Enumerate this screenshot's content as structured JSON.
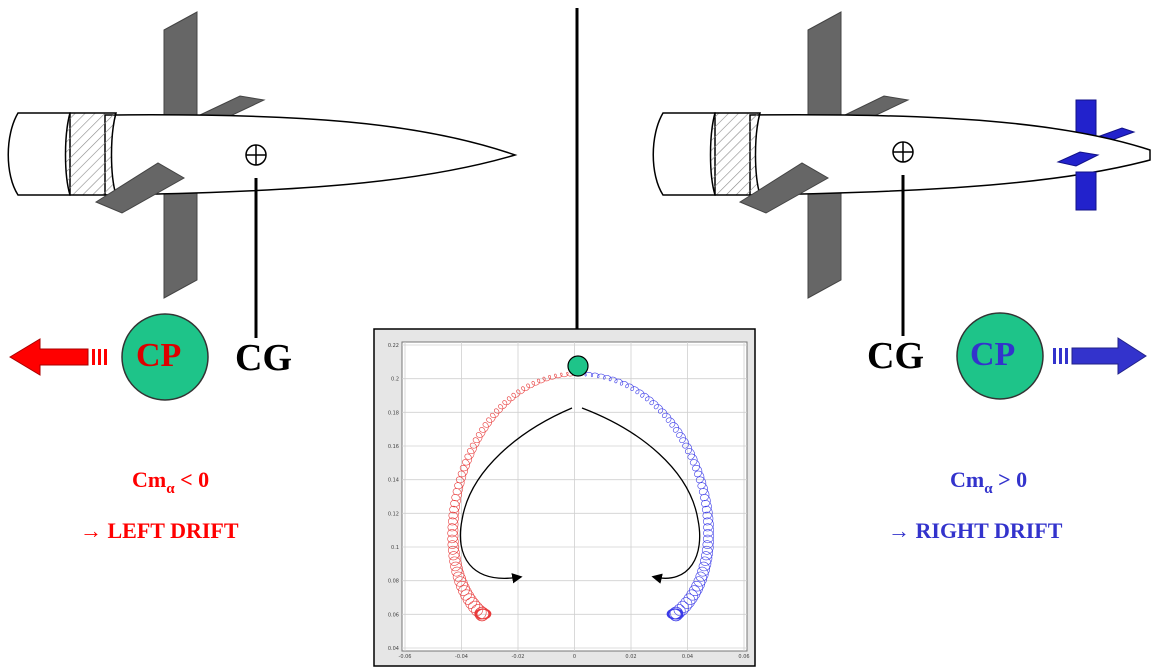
{
  "left_panel": {
    "cp_label": "CP",
    "cg_label": "CG",
    "coefficient_symbol": "Cm",
    "coefficient_subscript": "α",
    "coefficient_relation": "< 0",
    "drift_arrow": "→",
    "drift_label": "LEFT DRIFT",
    "color": "#ff0000"
  },
  "right_panel": {
    "cp_label": "CP",
    "cg_label": "CG",
    "coefficient_symbol": "Cm",
    "coefficient_subscript": "α",
    "coefficient_relation": "> 0",
    "drift_arrow": "→",
    "drift_label": "RIGHT DRIFT",
    "color": "#3333cc"
  },
  "colors": {
    "cp_circle": "#1ec489",
    "fin": "#666666",
    "canard": "#2222cc",
    "left_arrow": "#ff0000",
    "right_arrow": "#3333cc"
  },
  "plot": {
    "y_ticks": [
      "0.22",
      "0.2",
      "0.18",
      "0.16",
      "0.14",
      "0.12",
      "0.1",
      "0.08",
      "0.06",
      "0.04"
    ],
    "x_ticks": [
      "-0.06",
      "-0.04",
      "-0.02",
      "0",
      "0.02",
      "0.04",
      "0.06"
    ]
  }
}
